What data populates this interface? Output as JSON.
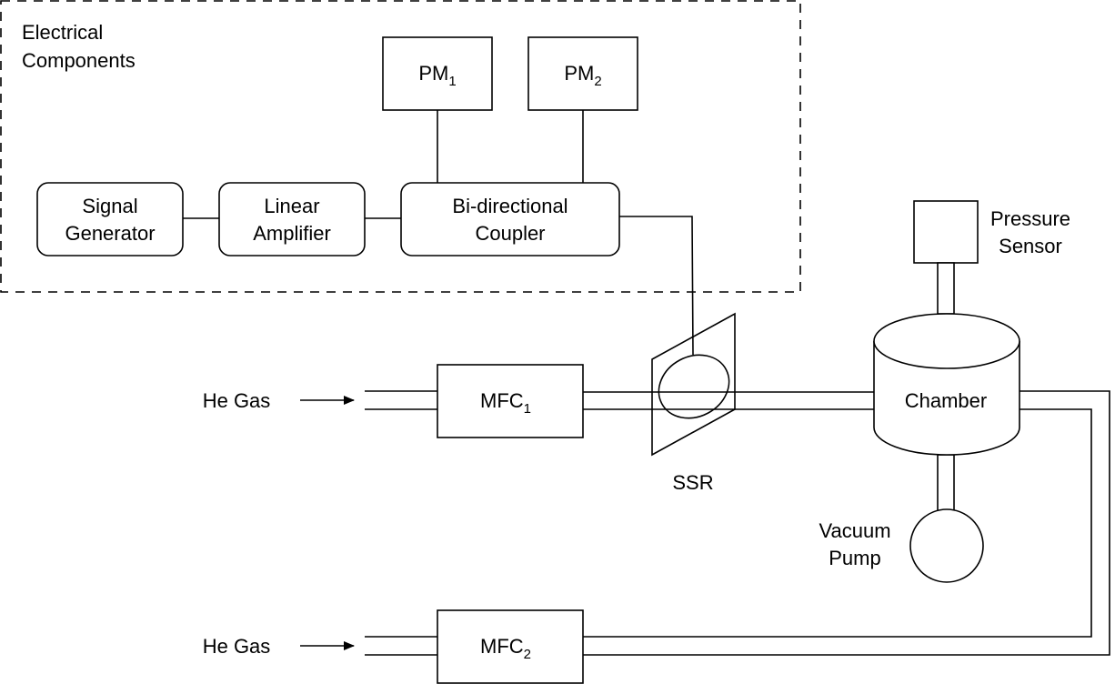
{
  "group": {
    "line1": "Electrical",
    "line2": "Components"
  },
  "pm1": {
    "base": "PM",
    "sub": "1"
  },
  "pm2": {
    "base": "PM",
    "sub": "2"
  },
  "signal_generator": {
    "line1": "Signal",
    "line2": "Generator"
  },
  "linear_amplifier": {
    "line1": "Linear",
    "line2": "Amplifier"
  },
  "coupler": {
    "line1": "Bi-directional",
    "line2": "Coupler"
  },
  "pressure_sensor": {
    "line1": "Pressure",
    "line2": "Sensor"
  },
  "chamber": {
    "label": "Chamber"
  },
  "ssr": {
    "label": "SSR"
  },
  "vacuum_pump": {
    "line1": "Vacuum",
    "line2": "Pump"
  },
  "mfc1": {
    "base": "MFC",
    "sub": "1"
  },
  "mfc2": {
    "base": "MFC",
    "sub": "2"
  },
  "gas1": {
    "label": "He Gas"
  },
  "gas2": {
    "label": "He Gas"
  }
}
